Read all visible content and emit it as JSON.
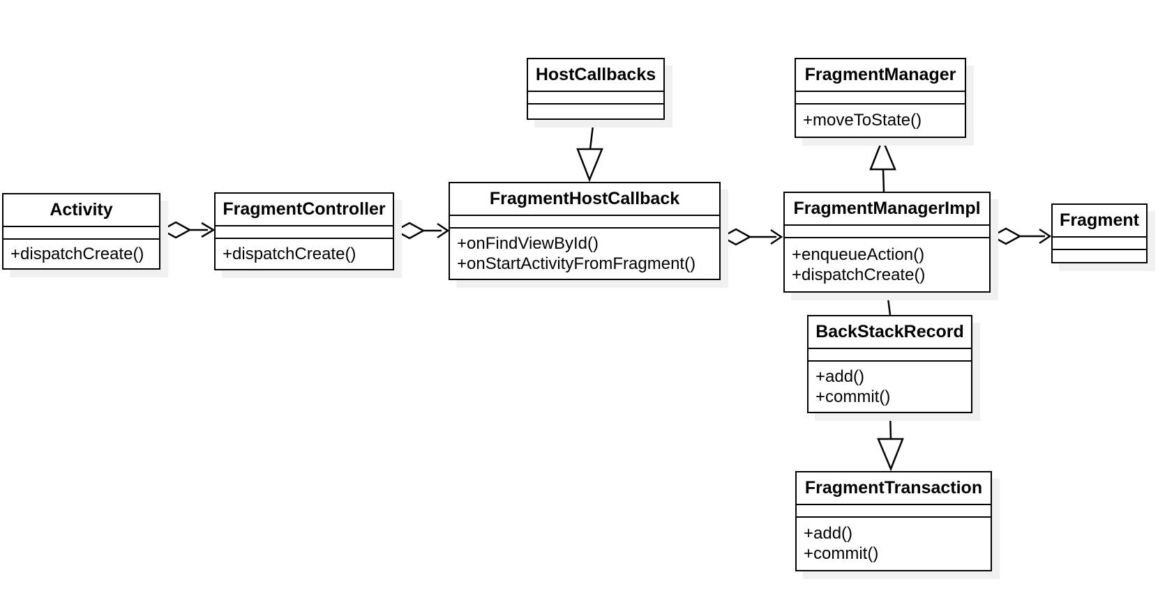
{
  "diagram": {
    "type": "uml-class-diagram",
    "colors": {
      "background": "#ffffff",
      "box_fill": "#ffffff",
      "box_border": "#000000",
      "text": "#000000",
      "shadow": "#f0f0f0"
    }
  },
  "classes": {
    "activity": {
      "name": "Activity",
      "attributes": [],
      "methods": [
        "+dispatchCreate()"
      ]
    },
    "fragment_controller": {
      "name": "FragmentController",
      "attributes": [],
      "methods": [
        "+dispatchCreate()"
      ]
    },
    "fragment_host_callback": {
      "name": "FragmentHostCallback",
      "attributes": [],
      "methods": [
        "+onFindViewById()",
        "+onStartActivityFromFragment()"
      ]
    },
    "host_callbacks": {
      "name": "HostCallbacks",
      "attributes": [],
      "methods": []
    },
    "fragment_manager": {
      "name": "FragmentManager",
      "attributes": [],
      "methods": [
        "+moveToState()"
      ]
    },
    "fragment_manager_impl": {
      "name": "FragmentManagerImpl",
      "attributes": [],
      "methods": [
        "+enqueueAction()",
        "+dispatchCreate()"
      ]
    },
    "fragment": {
      "name": "Fragment",
      "attributes": [],
      "methods": []
    },
    "back_stack_record": {
      "name": "BackStackRecord",
      "attributes": [],
      "methods": [
        "+add()",
        "+commit()"
      ]
    },
    "fragment_transaction": {
      "name": "FragmentTransaction",
      "attributes": [],
      "methods": [
        "+add()",
        "+commit()"
      ]
    }
  },
  "relationships": [
    {
      "from": "Activity",
      "to": "FragmentController",
      "type": "aggregation",
      "arrowhead": "open-arrow"
    },
    {
      "from": "FragmentController",
      "to": "FragmentHostCallback",
      "type": "aggregation",
      "arrowhead": "open-arrow"
    },
    {
      "from": "FragmentHostCallback",
      "to": "FragmentManagerImpl",
      "type": "aggregation",
      "arrowhead": "open-arrow"
    },
    {
      "from": "FragmentManagerImpl",
      "to": "Fragment",
      "type": "aggregation",
      "arrowhead": "open-arrow"
    },
    {
      "from": "HostCallbacks",
      "to": "FragmentHostCallback",
      "type": "generalization",
      "arrowhead": "hollow-triangle"
    },
    {
      "from": "FragmentManagerImpl",
      "to": "FragmentManager",
      "type": "generalization",
      "arrowhead": "hollow-triangle"
    },
    {
      "from": "FragmentManagerImpl",
      "to": "BackStackRecord",
      "type": "association",
      "arrowhead": "none"
    },
    {
      "from": "BackStackRecord",
      "to": "FragmentTransaction",
      "type": "generalization",
      "arrowhead": "hollow-triangle"
    }
  ]
}
